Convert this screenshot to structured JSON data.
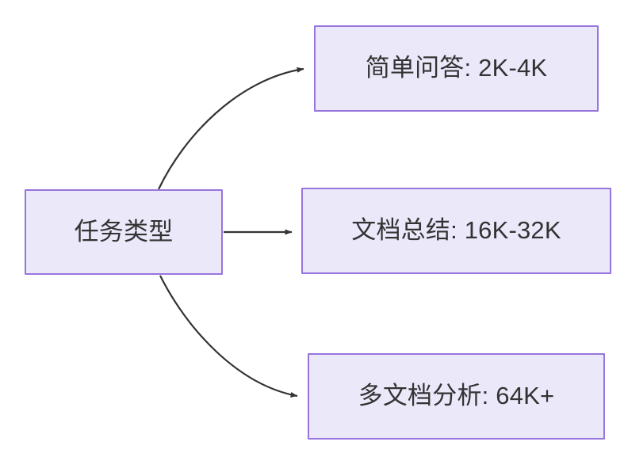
{
  "diagram": {
    "type": "flowchart",
    "direction": "left-to-right",
    "background_color": "#ffffff",
    "node_fill_color": "#ebe8fa",
    "node_border_color": "#9775dd",
    "node_text_color": "#333333",
    "edge_color": "#333333",
    "nodes": [
      {
        "id": "source",
        "label": "任务类型",
        "role": "root"
      },
      {
        "id": "simple",
        "label": "简单问答: 2K-4K",
        "role": "leaf"
      },
      {
        "id": "doc",
        "label": "文档总结: 16K-32K",
        "role": "leaf"
      },
      {
        "id": "multi",
        "label": "多文档分析: 64K+",
        "role": "leaf"
      }
    ],
    "edges": [
      {
        "id": "edge-source-simple",
        "from": "source",
        "to": "simple",
        "shape": "curved",
        "arrow": "arrowhead-icon"
      },
      {
        "id": "edge-source-doc",
        "from": "source",
        "to": "doc",
        "shape": "straight",
        "arrow": "arrowhead-icon"
      },
      {
        "id": "edge-source-multi",
        "from": "source",
        "to": "multi",
        "shape": "curved",
        "arrow": "arrowhead-icon"
      }
    ]
  }
}
